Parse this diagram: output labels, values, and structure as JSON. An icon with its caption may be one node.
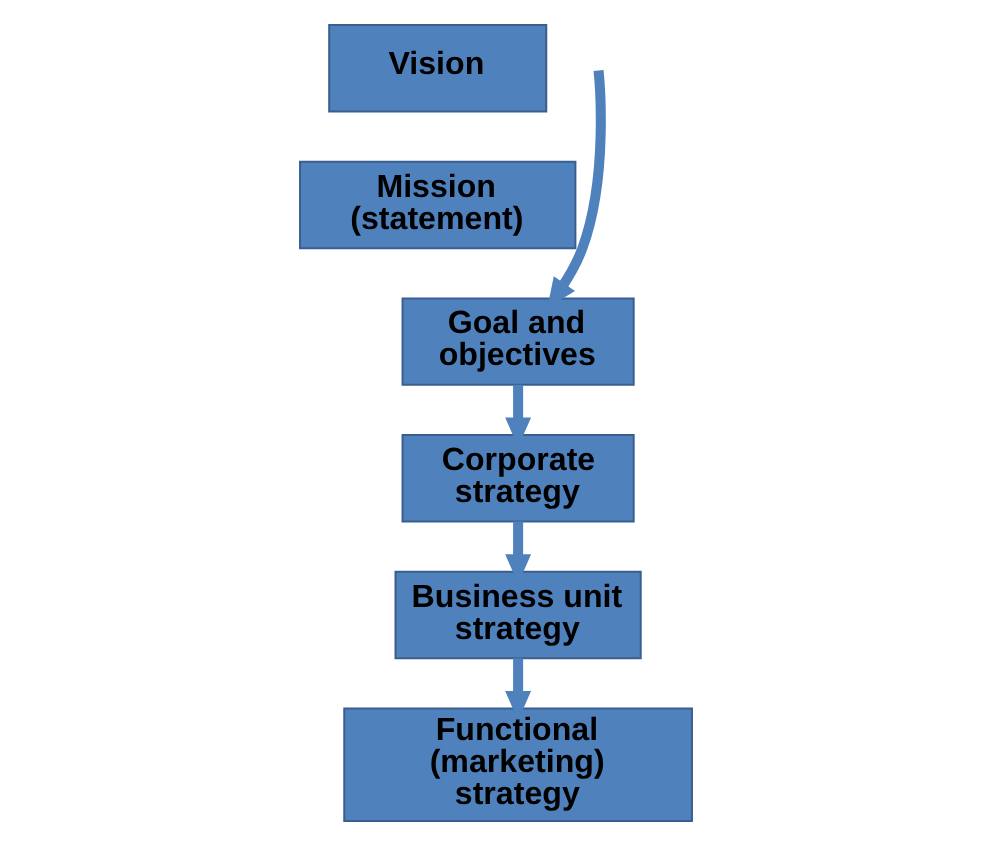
{
  "diagram": {
    "nodes": [
      {
        "text": [
          "Vision"
        ]
      },
      {
        "text": [
          "Mission (statement)"
        ]
      },
      {
        "text": [
          "Goal and objectives"
        ]
      },
      {
        "text": [
          "Corporate strategy"
        ]
      },
      {
        "text": [
          "Business unit strategy"
        ]
      },
      {
        "text": [
          "Functional (marketing) strategy"
        ]
      }
    ],
    "edges": [
      {
        "from": null,
        "to": 2,
        "arrow": "to"
      },
      {
        "from": 2,
        "to": 3,
        "arrow": "to"
      },
      {
        "from": 3,
        "to": 4,
        "arrow": "to"
      },
      {
        "from": 4,
        "to": 5,
        "arrow": "to"
      }
    ]
  }
}
